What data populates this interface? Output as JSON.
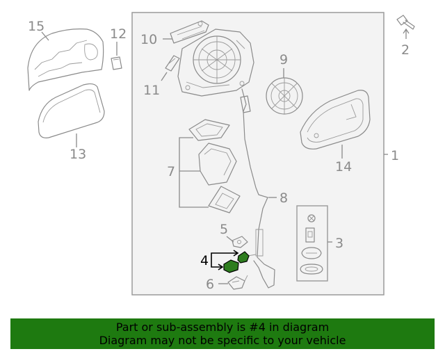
{
  "callouts": {
    "n1": "1",
    "n2": "2",
    "n3": "3",
    "n4": "4",
    "n5": "5",
    "n6": "6",
    "n7": "7",
    "n8": "8",
    "n9": "9",
    "n10": "10",
    "n11": "11",
    "n12": "12",
    "n13": "13",
    "n14": "14",
    "n15": "15"
  },
  "highlighted_part": "4",
  "banner": {
    "line1": "Part or sub-assembly is #4 in diagram",
    "line2": "Diagram may not be specific to your vehicle",
    "color": "#1e7a10"
  },
  "colors": {
    "line_art": "#8a8a8a",
    "highlight_part": "#2e7d1f"
  }
}
